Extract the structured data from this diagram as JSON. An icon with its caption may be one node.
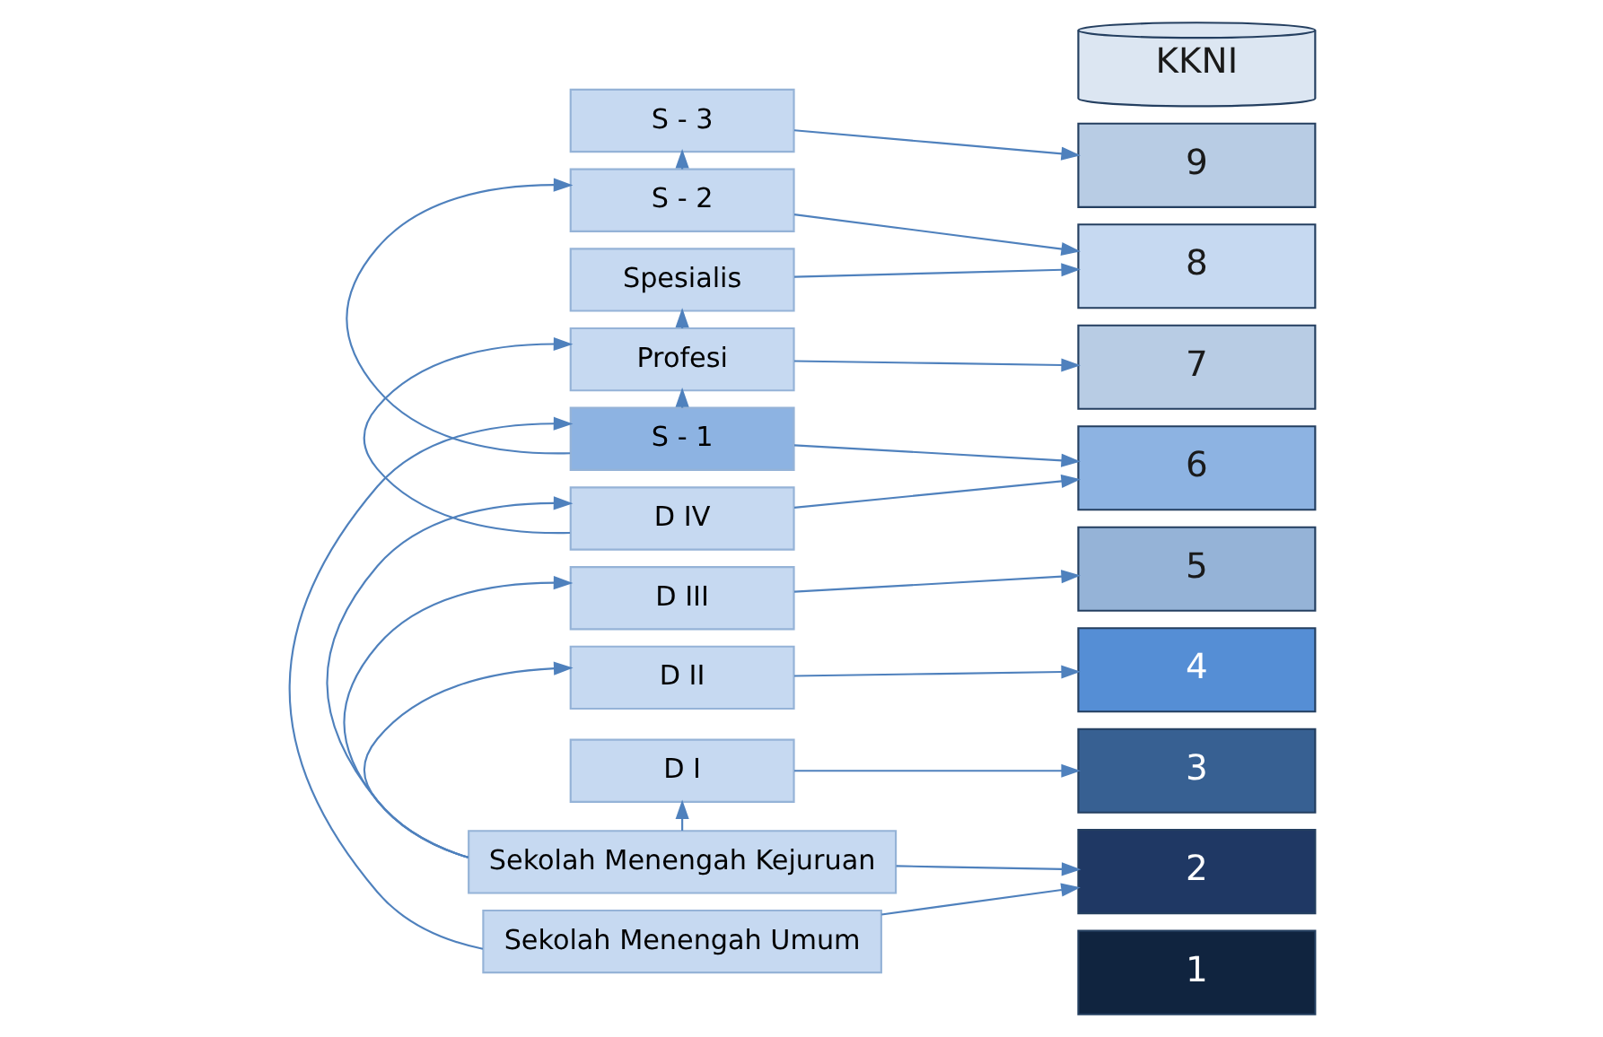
{
  "diagram": {
    "nodes": [
      {
        "text": [
          "S - 3"
        ]
      },
      {
        "text": [
          "S - 2"
        ]
      },
      {
        "text": [
          "S - 1"
        ]
      },
      {
        "text": [
          "Sekolah Menengah Umum"
        ]
      },
      {
        "text": [
          "KKNI"
        ]
      },
      {
        "text": [
          "9"
        ]
      },
      {
        "text": [
          "8"
        ]
      },
      {
        "text": [
          "7"
        ]
      },
      {
        "text": [
          "6"
        ]
      },
      {
        "text": [
          "5"
        ]
      },
      {
        "text": [
          "4"
        ]
      },
      {
        "text": [
          "3"
        ]
      },
      {
        "text": [
          "2"
        ]
      },
      {
        "text": [
          "1"
        ]
      },
      {
        "text": [
          "Spesialis"
        ]
      },
      {
        "text": [
          "Profesi"
        ]
      },
      {
        "text": [
          "D IV"
        ]
      },
      {
        "text": [
          "D III"
        ]
      },
      {
        "text": [
          "D II"
        ]
      },
      {
        "text": [
          "D I"
        ]
      },
      {
        "text": [
          "Sekolah Menengah Kejuruan"
        ]
      }
    ],
    "edges": [
      {
        "from": 0,
        "to": 5,
        "arrow": "to"
      },
      {
        "from": 1,
        "to": 6,
        "arrow": "to"
      },
      {
        "from": 2,
        "to": 8,
        "arrow": "to"
      },
      {
        "from": 3,
        "to": 12,
        "arrow": "to"
      },
      {
        "from": 1,
        "to": 0,
        "arrow": "to"
      },
      {
        "from": 2,
        "to": 1,
        "arrow": "to"
      },
      {
        "from": 3,
        "to": 2,
        "arrow": "to"
      },
      {
        "from": 2,
        "to": 15,
        "arrow": "to"
      },
      {
        "from": 14,
        "to": 6,
        "arrow": "to"
      },
      {
        "from": 15,
        "to": 7,
        "arrow": "to"
      },
      {
        "from": 16,
        "to": 8,
        "arrow": "to"
      },
      {
        "from": 17,
        "to": 9,
        "arrow": "to"
      },
      {
        "from": 18,
        "to": 10,
        "arrow": "to"
      },
      {
        "from": 19,
        "to": 11,
        "arrow": "to"
      },
      {
        "from": 20,
        "to": 12,
        "arrow": "to"
      },
      {
        "from": 15,
        "to": 14,
        "arrow": "to"
      },
      {
        "from": 16,
        "to": 15,
        "arrow": "to"
      },
      {
        "from": 20,
        "to": 19,
        "arrow": "to"
      },
      {
        "from": 20,
        "to": 18,
        "arrow": "to"
      },
      {
        "from": 20,
        "to": 17,
        "arrow": "to"
      },
      {
        "from": 20,
        "to": 16,
        "arrow": "to"
      }
    ]
  }
}
